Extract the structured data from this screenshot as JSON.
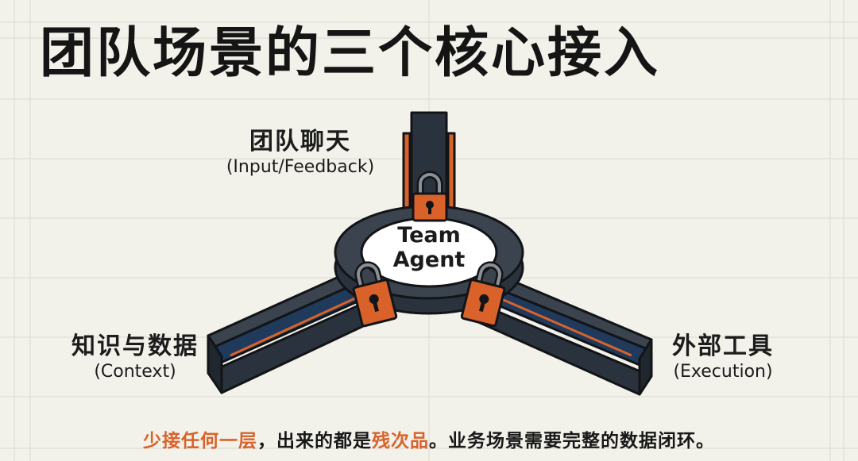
{
  "title": "团队场景的三个核心接入",
  "center": {
    "line1": "Team",
    "line2": "Agent"
  },
  "arms": {
    "top": {
      "label": "团队聊天",
      "sublabel": "(Input/Feedback)"
    },
    "left": {
      "label": "知识与数据",
      "sublabel": "(Context)"
    },
    "right": {
      "label": "外部工具",
      "sublabel": "(Execution)"
    }
  },
  "footer": {
    "part1": "少接任何一层",
    "part2": "，出来的都是",
    "part3": "残次品",
    "part4": "。业务场景需要完整的数据闭环。"
  },
  "colors": {
    "background": "#f2f1ea",
    "beam_dark": "#2a333d",
    "beam_blue": "#1f3a5a",
    "accent_orange": "#d9622b",
    "outline": "#121417",
    "ring_inner": "#ffffff"
  },
  "icons": [
    "lock-icon",
    "lock-icon",
    "lock-icon"
  ]
}
